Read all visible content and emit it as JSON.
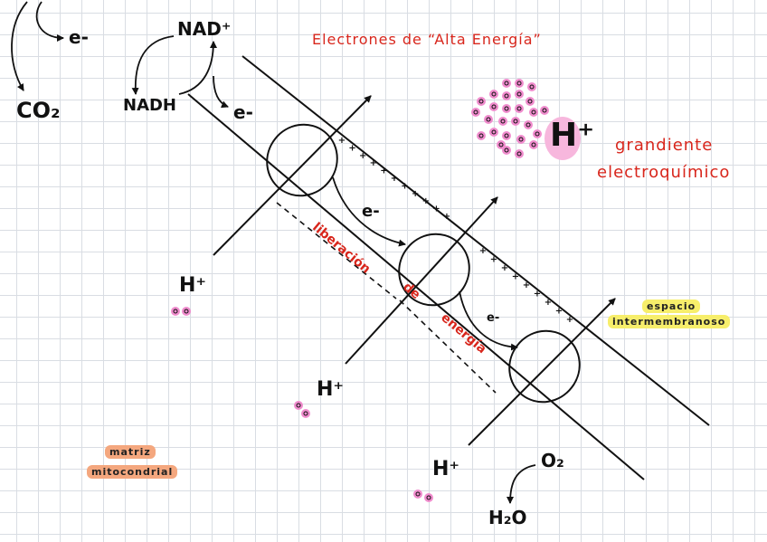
{
  "labels": {
    "electron_top": "e-",
    "co2": "CO₂",
    "nad_plus": "NAD⁺",
    "nadh": "NADH",
    "electron_nadh": "e-",
    "title": "Electrones  de  “Alta  Energía”",
    "h_plus_big": "H⁺",
    "gradient_line1": "grandiente",
    "gradient_line2": "electroquímico",
    "liberation_word1": "liberación",
    "liberation_word2": "de",
    "liberation_word3": "energía",
    "electron_mid1": "e-",
    "electron_mid2": "e-",
    "intermembrane_line1": "espacio",
    "intermembrane_line2": "intermembranoso",
    "h_plus_1": "H⁺",
    "h_plus_2": "H⁺",
    "h_plus_3": "H⁺",
    "o2": "O₂",
    "h2o": "H₂O",
    "matrix_line1": "matriz",
    "matrix_line2": "mitocondrial"
  },
  "colors": {
    "ink": "#111111",
    "red_text": "#d8261c",
    "pink_proton": "#f08ccd",
    "orange_highlight": "#f4a77e",
    "yellow_highlight": "#f7ee6b",
    "grid": "#d9dde3"
  }
}
